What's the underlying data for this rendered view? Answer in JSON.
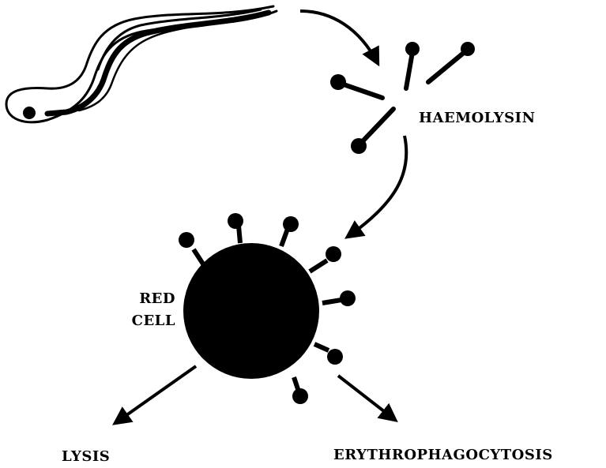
{
  "labels": {
    "haemolysin": "HAEMOLYSIN",
    "red": "RED",
    "cell": "CELL",
    "lysis": "LYSIS",
    "erythrophagocytosis": "ERYTHROPHAGOCYTOSIS"
  },
  "colors": {
    "ink": "#000000",
    "background": "#ffffff"
  }
}
